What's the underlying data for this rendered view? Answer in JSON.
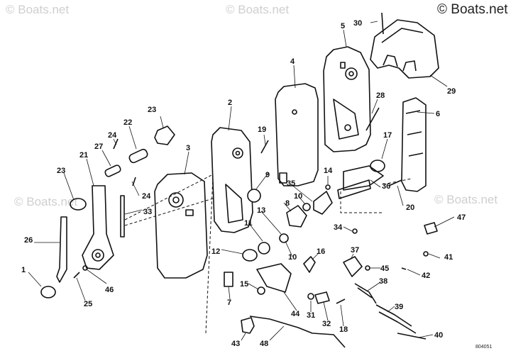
{
  "watermarks": {
    "top_left": "© Boats.net",
    "top_center": "© Boats.net",
    "top_right": "© Boats.net",
    "mid_left": "© Boats.net",
    "mid_right": "© Boats.net"
  },
  "drawing_code": "804051",
  "callouts": {
    "c1": "1",
    "c2": "2",
    "c3": "3",
    "c4": "4",
    "c5": "5",
    "c6": "6",
    "c7": "7",
    "c8": "8",
    "c9": "9",
    "c10a": "10",
    "c10b": "10",
    "c11": "11",
    "c12": "12",
    "c13": "13",
    "c14": "14",
    "c15": "15",
    "c16": "16",
    "c17": "17",
    "c18": "18",
    "c19": "19",
    "c20": "20",
    "c21": "21",
    "c22": "22",
    "c23a": "23",
    "c23b": "23",
    "c24a": "24",
    "c24b": "24",
    "c25": "25",
    "c26": "26",
    "c27": "27",
    "c28": "28",
    "c29": "29",
    "c30": "30",
    "c31": "31",
    "c32": "32",
    "c33": "33",
    "c34": "34",
    "c35": "35",
    "c36": "36",
    "c37": "37",
    "c38": "38",
    "c39": "39",
    "c40": "40",
    "c41": "41",
    "c42": "42",
    "c43": "43",
    "c44": "44",
    "c45": "45",
    "c46": "46",
    "c47": "47",
    "c48": "48"
  }
}
